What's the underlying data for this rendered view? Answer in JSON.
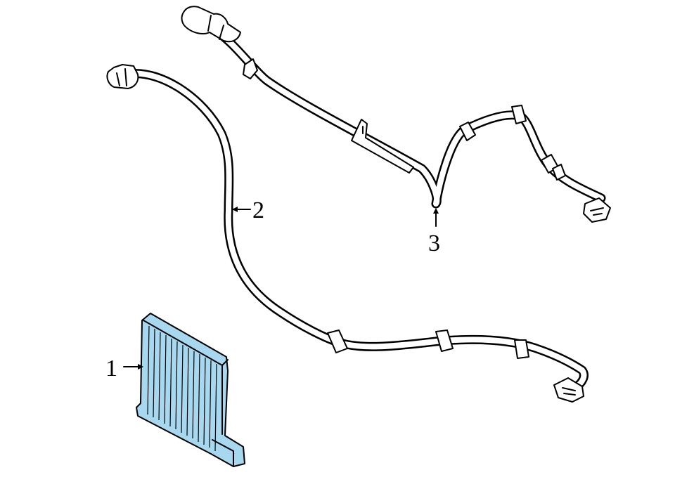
{
  "diagram": {
    "callouts": [
      {
        "id": "1",
        "label": "1",
        "part": "oil-cooler"
      },
      {
        "id": "2",
        "label": "2",
        "part": "cooler-hose-lower"
      },
      {
        "id": "3",
        "label": "3",
        "part": "cooler-hose-upper"
      }
    ],
    "colors": {
      "highlight": "#a8d8f0",
      "line": "#000000",
      "background": "#ffffff"
    }
  }
}
